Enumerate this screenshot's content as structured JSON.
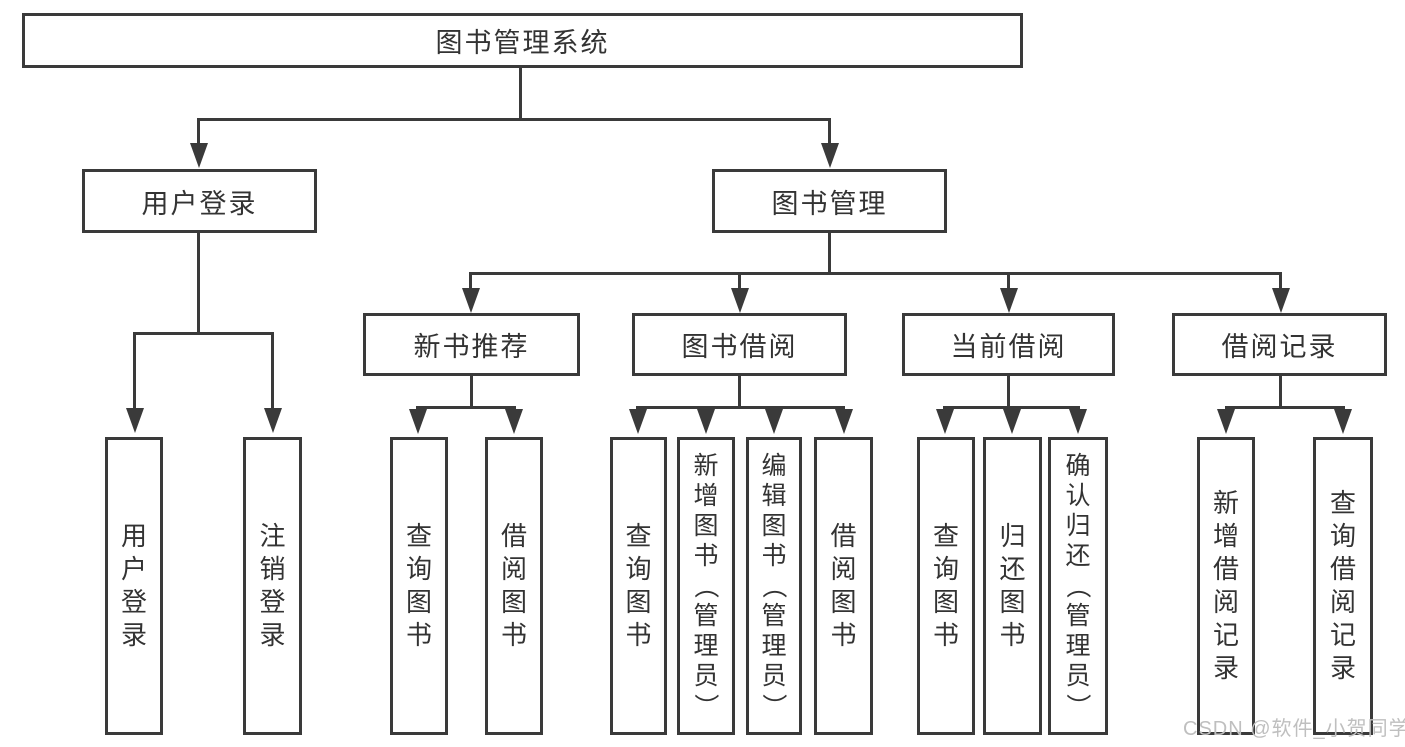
{
  "tree": {
    "label": "图书管理系统",
    "children": [
      {
        "label": "用户登录",
        "children": [
          {
            "label": "用户登录"
          },
          {
            "label": "注销登录"
          }
        ]
      },
      {
        "label": "图书管理",
        "children": [
          {
            "label": "新书推荐",
            "children": [
              {
                "label": "查询图书"
              },
              {
                "label": "借阅图书"
              }
            ]
          },
          {
            "label": "图书借阅",
            "children": [
              {
                "label": "查询图书"
              },
              {
                "label": "新增图书（管理员）"
              },
              {
                "label": "编辑图书（管理员）"
              },
              {
                "label": "借阅图书"
              }
            ]
          },
          {
            "label": "当前借阅",
            "children": [
              {
                "label": "查询图书"
              },
              {
                "label": "归还图书"
              },
              {
                "label": "确认归还（管理员）"
              }
            ]
          },
          {
            "label": "借阅记录",
            "children": [
              {
                "label": "新增借阅记录"
              },
              {
                "label": "查询借阅记录"
              }
            ]
          }
        ]
      }
    ]
  },
  "watermark": "CSDN @软件_小贺同学",
  "colors": {
    "line": "#3a3a3a",
    "text": "#333333",
    "watermark": "#bfbfbf",
    "background": "#ffffff"
  }
}
